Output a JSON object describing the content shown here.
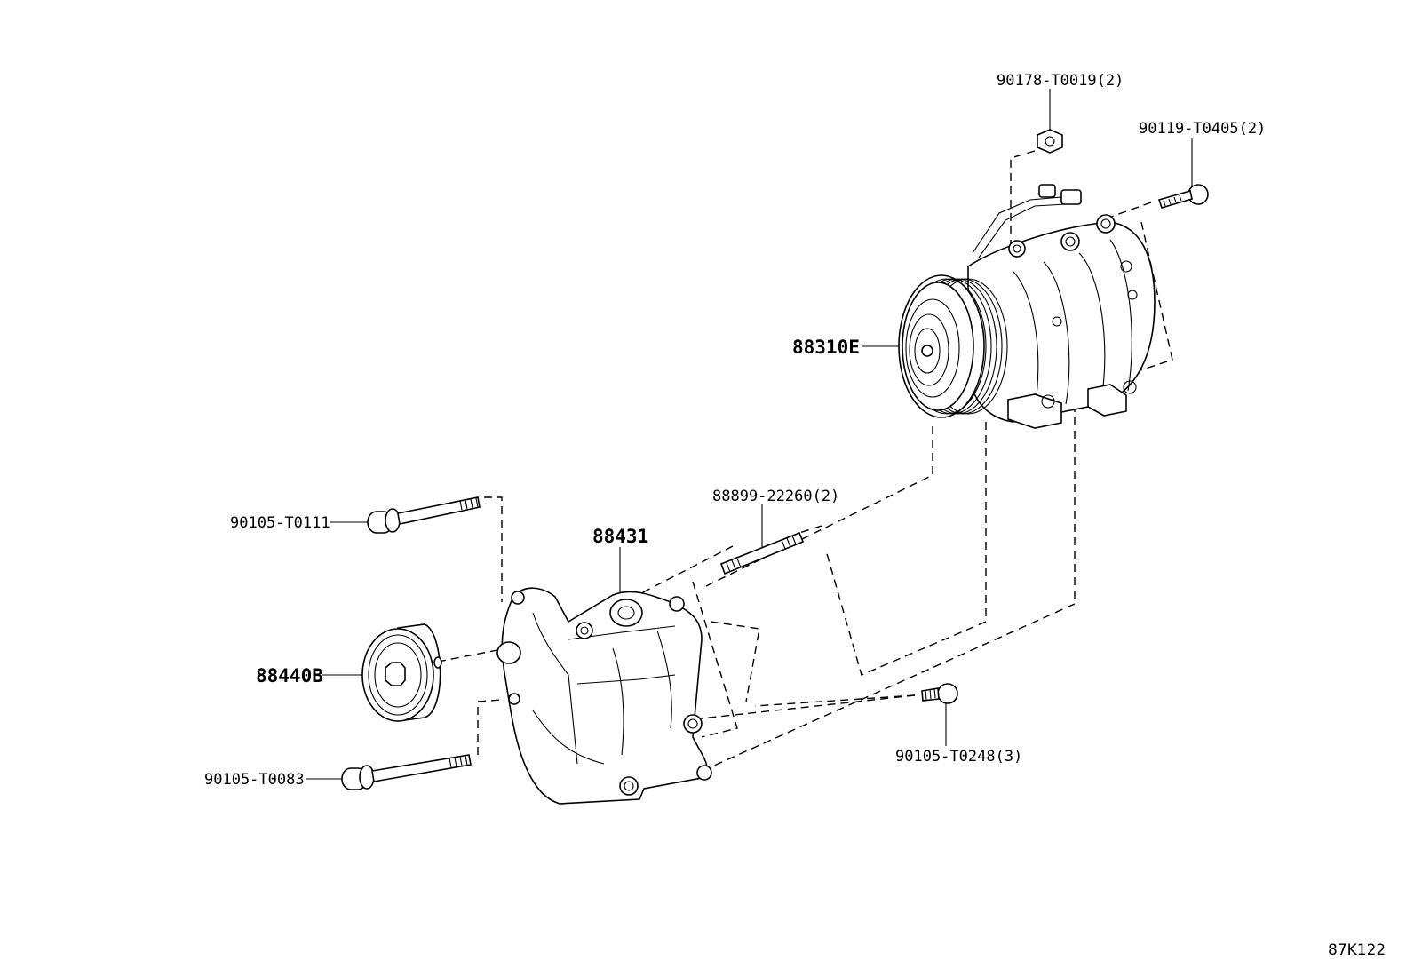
{
  "labels": {
    "nut_top": "90178-T0019(2)",
    "bolt_top_right": "90119-T0405(2)",
    "compressor": "88310E",
    "bolt_upper_left": "90105-T0111",
    "stud": "88899-22260(2)",
    "bracket": "88431",
    "idler_pulley": "88440B",
    "bolt_lower_left": "90105-T0083",
    "bolt_lower_right": "90105-T0248(3)"
  },
  "diagram_ref": "87K122"
}
